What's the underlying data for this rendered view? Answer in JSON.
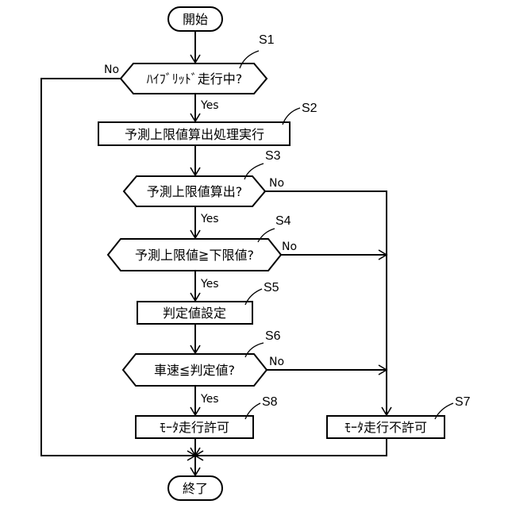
{
  "start": "開始",
  "end": "終了",
  "decisions": [
    {
      "step": "S1",
      "text": "ﾊｲﾌﾞﾘｯﾄﾞ走行中?",
      "yes": "Yes",
      "no": "No"
    },
    {
      "step": "S3",
      "text": "予測上限値算出?",
      "yes": "Yes",
      "no": "No"
    },
    {
      "step": "S4",
      "text": "予測上限値≧下限値?",
      "yes": "Yes",
      "no": "No"
    },
    {
      "step": "S6",
      "text": "車速≦判定値?",
      "yes": "Yes",
      "no": "No"
    }
  ],
  "processes": [
    {
      "step": "S2",
      "text": "予測上限値算出処理実行"
    },
    {
      "step": "S5",
      "text": "判定値設定"
    },
    {
      "step": "S8",
      "text": "ﾓｰﾀ走行許可"
    },
    {
      "step": "S7",
      "text": "ﾓｰﾀ走行不許可"
    }
  ]
}
